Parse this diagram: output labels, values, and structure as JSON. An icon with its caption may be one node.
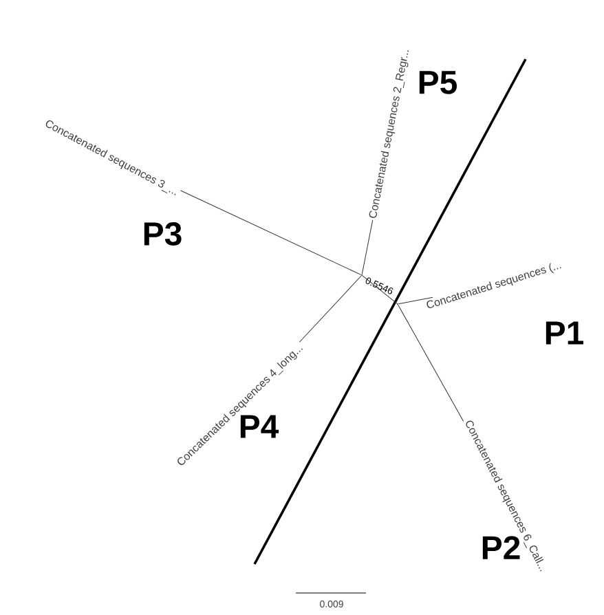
{
  "diagram": {
    "nodes": [
      {
        "text": [
          "Concatenated sequences 2_Regr..."
        ]
      },
      {
        "text": [
          "Concatenated sequences 3_..."
        ]
      },
      {
        "text": [],
        "shape": "point",
        "beside": [
          "0.5546"
        ]
      },
      {
        "text": [],
        "shape": "point"
      },
      {
        "text": [
          "Concatenated sequences (..."
        ]
      },
      {
        "text": [
          "Concatenated sequences 4_long..."
        ]
      },
      {
        "text": [
          "Concatenated sequences 6_Call..."
        ]
      }
    ],
    "edges": [
      {
        "from": 2,
        "to": 0,
        "arrow": "none"
      },
      {
        "from": 2,
        "to": 1,
        "arrow": "none"
      },
      {
        "from": 2,
        "to": 5,
        "arrow": "none"
      },
      {
        "from": 2,
        "to": 3,
        "arrow": "none"
      },
      {
        "from": 3,
        "to": 4,
        "arrow": "none"
      },
      {
        "from": 3,
        "to": 6,
        "arrow": "none"
      }
    ],
    "labels": [
      "P5",
      "P3",
      "P1",
      "P4",
      "P2",
      "0.009"
    ]
  }
}
